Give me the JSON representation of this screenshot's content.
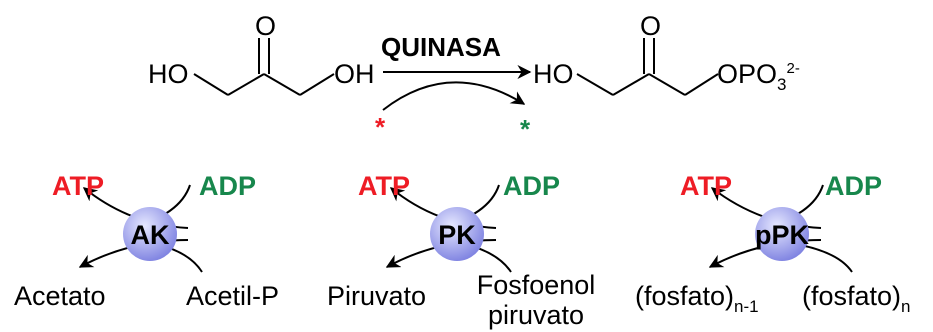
{
  "colors": {
    "atp": "#ee1c25",
    "adp": "#17874c",
    "enzyme_light": "#e6e8ff",
    "enzyme_dark": "#7b7fe0",
    "line": "#000000"
  },
  "reaction": {
    "substrate": {
      "left_label": "HO",
      "right_label": "OH",
      "carbonyl": "O"
    },
    "enzyme_label": "QUINASA",
    "product": {
      "left_label": "HO",
      "carbonyl": "O",
      "phosphate_main": "OPO",
      "phosphate_sub": "3",
      "phosphate_sup": "2-"
    },
    "donor_marker": "*",
    "acceptor_marker": "*"
  },
  "regeneration_systems": [
    {
      "enzyme": "AK",
      "atp": "ATP",
      "adp": "ADP",
      "product": "Acetato",
      "donor": "Acetil-P"
    },
    {
      "enzyme": "PK",
      "atp": "ATP",
      "adp": "ADP",
      "product": "Piruvato",
      "donor_line1": "Fosfoenol",
      "donor_line2": "piruvato"
    },
    {
      "enzyme": "pPK",
      "atp": "ATP",
      "adp": "ADP",
      "product_main": "(fosfato)",
      "product_sub": "n-1",
      "donor_main": "(fosfato)",
      "donor_sub": "n"
    }
  ]
}
